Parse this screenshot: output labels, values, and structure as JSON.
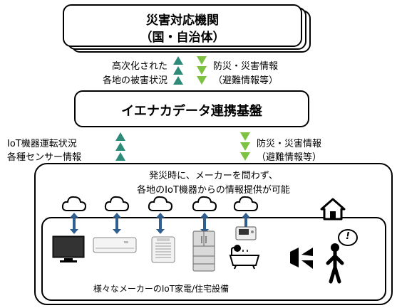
{
  "top_box": {
    "line1": "災害対応機関",
    "line2": "（国・自治体）"
  },
  "upper_left_label": [
    "高次化された",
    "各地の被害状況"
  ],
  "upper_right_label": [
    "防災・災害情報",
    "（避難情報等）"
  ],
  "platform": {
    "label": "イエナカデータ連携基盤"
  },
  "lower_left_label": [
    "IoT機器運転状況",
    "各種センサー情報"
  ],
  "lower_right_label": [
    "防災・災害情報",
    "（避難情報等）"
  ],
  "bottom_box": {
    "caption": [
      "発災時に、メーカーを問わず、",
      "各地のIoT機器からの情報提供が可能"
    ],
    "footer": "様々なメーカーのIoT家電/住宅設備",
    "person_exclaim": "!"
  },
  "colors": {
    "up_arrow": "#2E8B7A",
    "down_arrow": "#7DC242",
    "link_arrow": "#2F5F8F"
  },
  "icons": [
    "cloud-icon",
    "tv-icon",
    "air-conditioner-icon",
    "air-purifier-icon",
    "refrigerator-icon",
    "bath-controller-icon",
    "bathtub-icon",
    "house-icon",
    "speaker-icon",
    "person-icon"
  ]
}
